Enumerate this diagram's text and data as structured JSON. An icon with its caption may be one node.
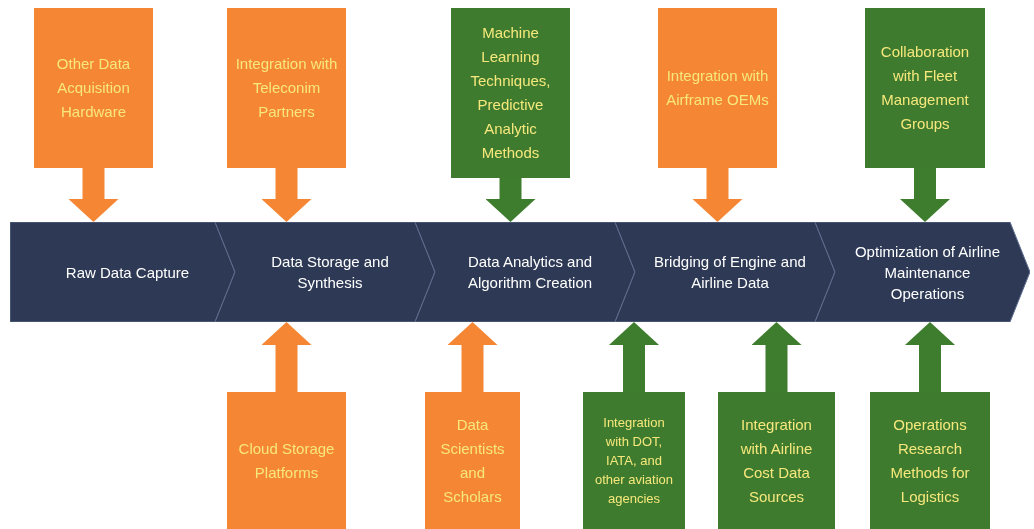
{
  "diagram": {
    "nodes": [
      {
        "text": [
          "Other Data Acquisition Hardware"
        ]
      },
      {
        "text": [
          "Integration with Teleconim Partners"
        ]
      },
      {
        "text": [
          "Machine Learning Techniques, Predictive Analytic Methods"
        ]
      },
      {
        "text": [
          "Integration with Airframe OEMs"
        ]
      },
      {
        "text": [
          "Collaboration with Fleet Management Groups"
        ]
      },
      {
        "text": [
          "Raw Data Capture"
        ]
      },
      {
        "text": [
          "Data Storage and Synthesis"
        ]
      },
      {
        "text": [
          "Data Analytics and Algorithm Creation"
        ]
      },
      {
        "text": [
          "Bridging of Engine and Airline Data"
        ]
      },
      {
        "text": [
          "Optimization of Airline Maintenance Operations"
        ]
      },
      {
        "text": [
          "Cloud Storage Platforms"
        ]
      },
      {
        "text": [
          "Data Scientists and Scholars"
        ]
      },
      {
        "text": [
          "Integration with DOT, IATA, and other aviation agencies"
        ]
      },
      {
        "text": [
          "Integration with Airline Cost Data Sources"
        ]
      },
      {
        "text": [
          "Operations Research Methods for Logistics"
        ]
      }
    ],
    "edges": [
      {
        "from": 0,
        "to": 5,
        "arrow": "to",
        "color": "#f58634"
      },
      {
        "from": 1,
        "to": 6,
        "arrow": "to",
        "color": "#f58634"
      },
      {
        "from": 2,
        "to": 7,
        "arrow": "to",
        "color": "#3e7d2e"
      },
      {
        "from": 3,
        "to": 8,
        "arrow": "to",
        "color": "#f58634"
      },
      {
        "from": 4,
        "to": 9,
        "arrow": "to",
        "color": "#3e7d2e"
      },
      {
        "from": 10,
        "to": 6,
        "arrow": "to",
        "color": "#f58634"
      },
      {
        "from": 11,
        "to": 7,
        "arrow": "to",
        "color": "#f58634"
      },
      {
        "from": 12,
        "to": 8,
        "arrow": "to",
        "color": "#3e7d2e"
      },
      {
        "from": 13,
        "to": 8,
        "arrow": "to",
        "color": "#3e7d2e"
      },
      {
        "from": 14,
        "to": 9,
        "arrow": "to",
        "color": "#3e7d2e"
      }
    ]
  }
}
